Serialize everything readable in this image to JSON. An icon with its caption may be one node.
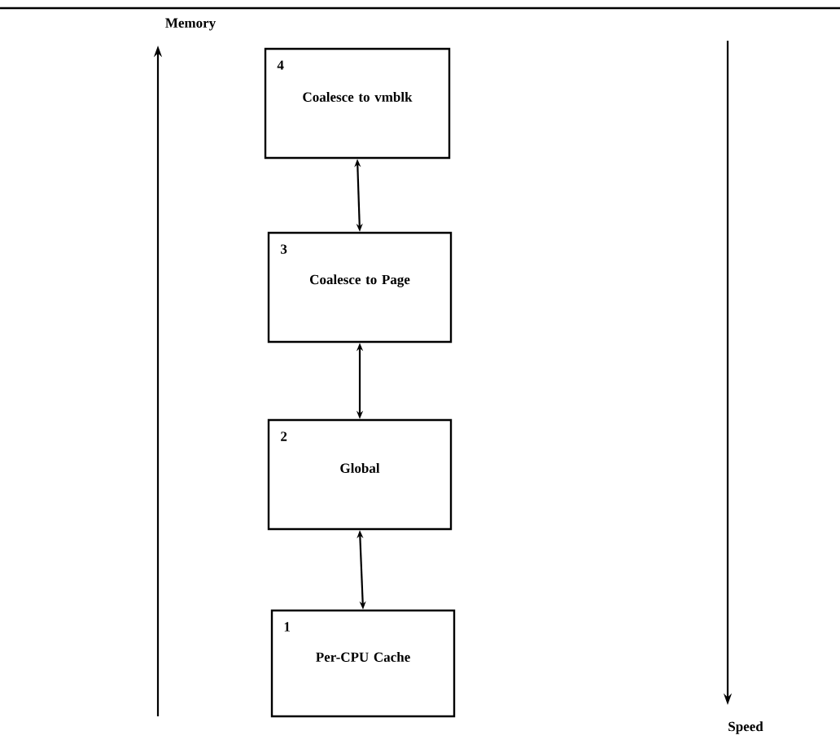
{
  "diagram": {
    "nodes": [
      {
        "text": [
          "4",
          "Coalesce to vmblk"
        ]
      },
      {
        "text": [
          "3",
          "Coalesce to Page"
        ]
      },
      {
        "text": [
          "2",
          "Global"
        ]
      },
      {
        "text": [
          "1",
          "Per-CPU Cache"
        ]
      }
    ],
    "edges": [
      {
        "from": 0,
        "to": 1,
        "arrow": "both"
      },
      {
        "from": 1,
        "to": 2,
        "arrow": "both"
      },
      {
        "from": 2,
        "to": 3,
        "arrow": "both"
      }
    ],
    "labels": [
      "Memory",
      "Speed"
    ]
  }
}
